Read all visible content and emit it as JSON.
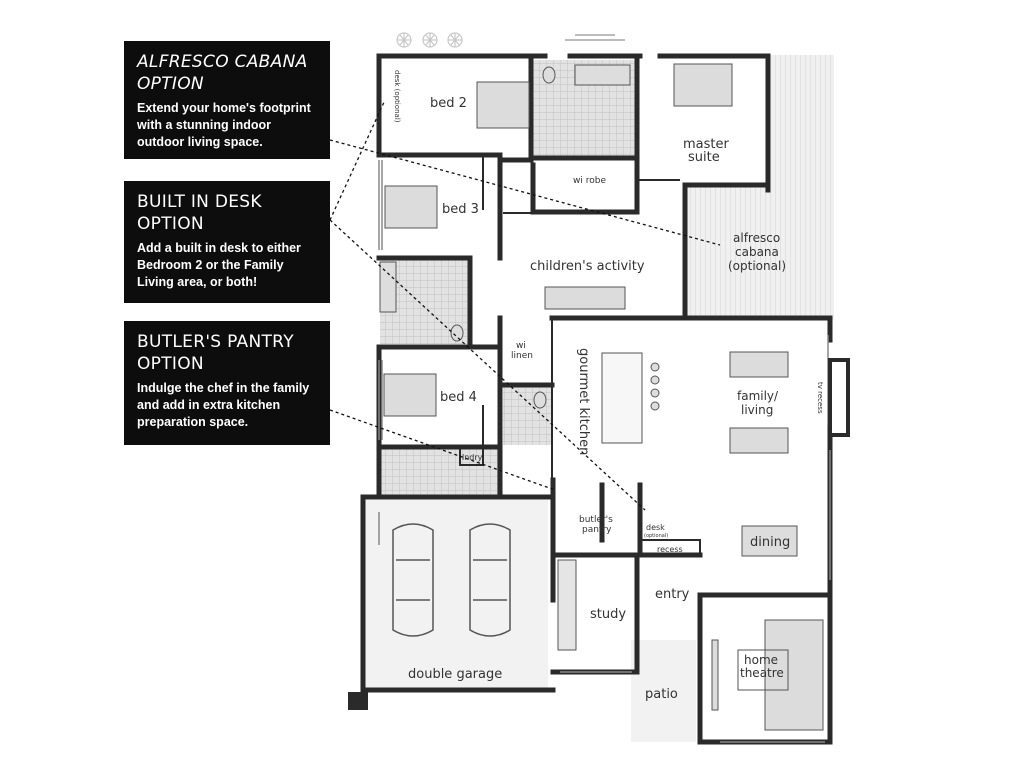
{
  "callouts": [
    {
      "title": "ALFRESCO CABANA OPTION",
      "text": "Extend your home's footprint with a stunning indoor outdoor living space."
    },
    {
      "title": "BUILT IN DESK OPTION",
      "text": "Add a built in desk to either Bedroom 2 or the Family Living area, or both!"
    },
    {
      "title": "BUTLER'S PANTRY OPTION",
      "text": "Indulge the chef in the family and add in extra kitchen preparation space."
    }
  ],
  "rooms": {
    "desk_optional_top": "desk (optional)",
    "bed2": "bed 2",
    "master_suite_line1": "master",
    "master_suite_line2": "suite",
    "wi_robe": "wi robe",
    "bed3": "bed 3",
    "alfresco_line1": "alfresco",
    "alfresco_line2": "cabana",
    "alfresco_line3": "(optional)",
    "childrens_activity": "children's activity",
    "wi_linen_line1": "wi",
    "wi_linen_line2": "linen",
    "gourmet_kitchen": "gourmet kitchen",
    "family_living_line1": "family/",
    "family_living_line2": "living",
    "tv_recess": "tv recess",
    "bed4": "bed 4",
    "lndry": "lndry",
    "butlers_pantry_line1": "butler's",
    "butlers_pantry_line2": "pantry",
    "desk_optional_family_line1": "desk",
    "desk_optional_family_line2": "(optional)",
    "recess": "recess",
    "dining": "dining",
    "study": "study",
    "entry": "entry",
    "double_garage": "double garage",
    "home_theatre_line1": "home",
    "home_theatre_line2": "theatre",
    "patio": "patio"
  },
  "colors": {
    "callout_bg": "#0d0d0d",
    "wall": "#2a2a2a",
    "tile": "#d6d6d6",
    "fill": "#f2f2f2",
    "outdoor": "#e8e8e8"
  }
}
